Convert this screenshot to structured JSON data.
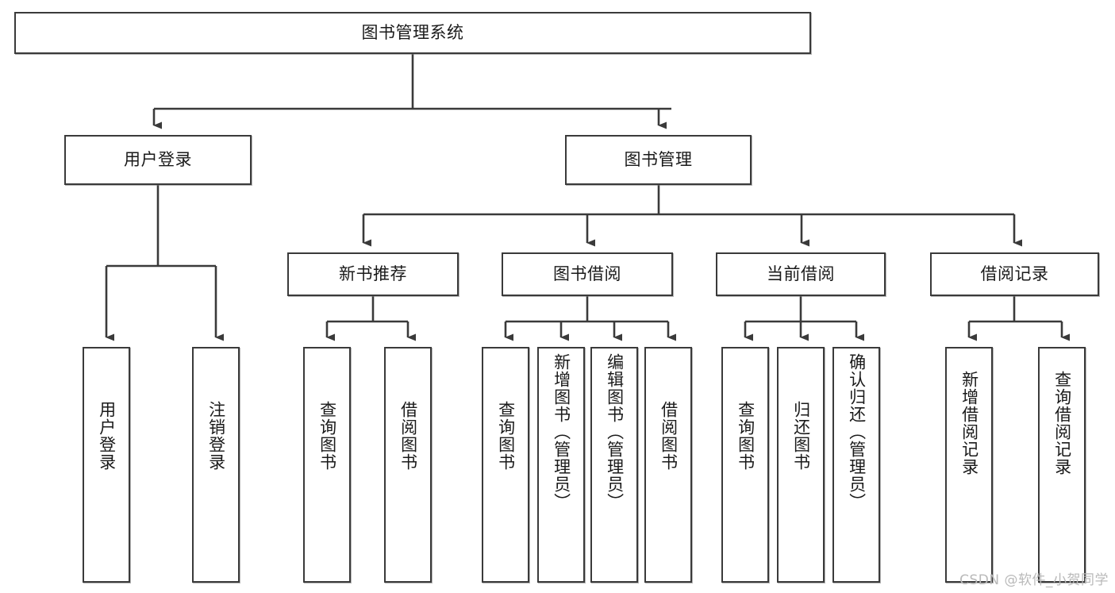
{
  "diagram": {
    "title": "图书管理系统",
    "type": "hierarchy-tree",
    "root": {
      "id": "root",
      "label": "图书管理系统"
    },
    "level2": [
      {
        "id": "user-login",
        "label": "用户登录"
      },
      {
        "id": "book-management",
        "label": "图书管理"
      }
    ],
    "level3": [
      {
        "id": "new-book-recommend",
        "label": "新书推荐"
      },
      {
        "id": "book-borrow",
        "label": "图书借阅"
      },
      {
        "id": "current-borrow",
        "label": "当前借阅"
      },
      {
        "id": "borrow-record",
        "label": "借阅记录"
      }
    ],
    "leaves": {
      "user_login": [
        {
          "id": "leaf-user-login",
          "label": "用户登录"
        },
        {
          "id": "leaf-logout-login",
          "label": "注销登录"
        }
      ],
      "new_book_recommend": [
        {
          "id": "leaf-query-book-1",
          "label": "查询图书"
        },
        {
          "id": "leaf-borrow-book-1",
          "label": "借阅图书"
        }
      ],
      "book_borrow": [
        {
          "id": "leaf-query-book-2",
          "label": "查询图书"
        },
        {
          "id": "leaf-add-book",
          "label": "新增图书（管理员）"
        },
        {
          "id": "leaf-edit-book",
          "label": "编辑图书（管理员）"
        },
        {
          "id": "leaf-borrow-book-2",
          "label": "借阅图书"
        }
      ],
      "current_borrow": [
        {
          "id": "leaf-query-book-3",
          "label": "查询图书"
        },
        {
          "id": "leaf-return-book",
          "label": "归还图书"
        },
        {
          "id": "leaf-confirm-return",
          "label": "确认归还（管理员）"
        }
      ],
      "borrow_record": [
        {
          "id": "leaf-add-borrow-record",
          "label": "新增借阅记录"
        },
        {
          "id": "leaf-query-borrow-record",
          "label": "查询借阅记录"
        }
      ]
    }
  },
  "watermark": {
    "text": "CSDN @软件_小贺同学"
  },
  "colors": {
    "stroke": "#3a3a3a",
    "fill": "#ffffff",
    "text": "#1a1a1a",
    "watermark": "#b9b9b9"
  }
}
